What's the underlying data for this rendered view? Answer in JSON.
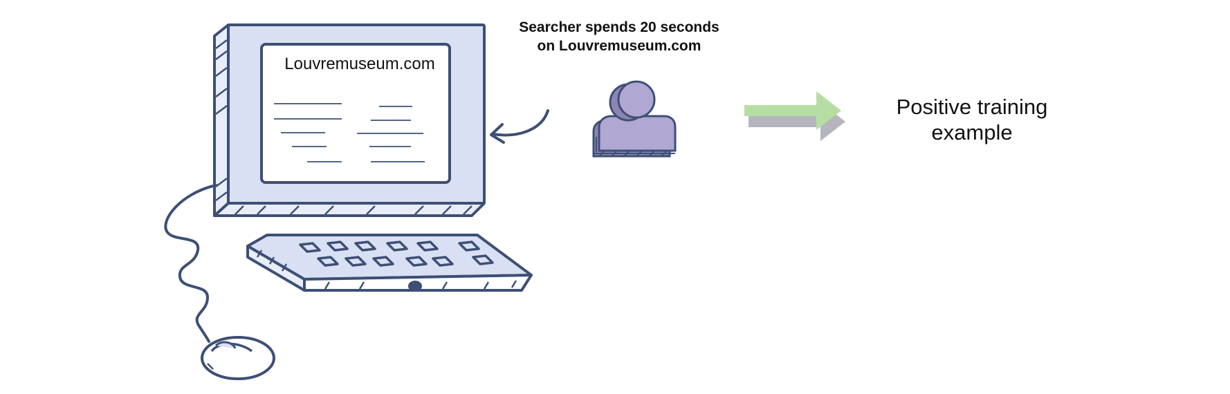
{
  "caption": {
    "line1": "Searcher spends 20 seconds",
    "line2": "on Louvremuseum.com"
  },
  "screen_title": "Louvremuseum.com",
  "outcome": {
    "line1": "Positive training",
    "line2": "example"
  },
  "colors": {
    "outline": "#3d4f75",
    "screen_fill": "#d9e0f3",
    "person_fill": "#b0a7d3",
    "arrow_fill": "#b6dea3",
    "arrow_shadow": "#b5b5bd"
  },
  "icons": [
    "computer-monitor-icon",
    "keyboard-icon",
    "mouse-icon",
    "person-icon",
    "curved-arrow-icon",
    "right-arrow-icon"
  ]
}
